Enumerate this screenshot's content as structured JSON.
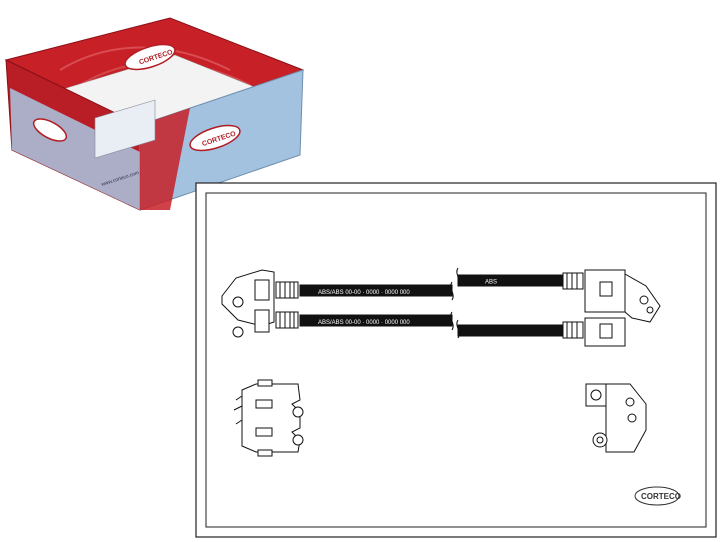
{
  "product": {
    "brand": "CORTECO",
    "box_label_lines": [
      "CORTECO",
      "www.corteco.com"
    ]
  },
  "drawing": {
    "hose_print_top": "ABS/ABS 00-00 · 0000 · 0000 000",
    "hose_print_bottom": "ABS/ABS 00-00 · 0000 · 0000 000",
    "hose_tag_right": "ABS",
    "logo_text": "CORTECO"
  },
  "colors": {
    "box_red": "#c8202a",
    "box_blue": "#9fc0df",
    "line": "#1a1a1a",
    "hose": "#111111"
  }
}
